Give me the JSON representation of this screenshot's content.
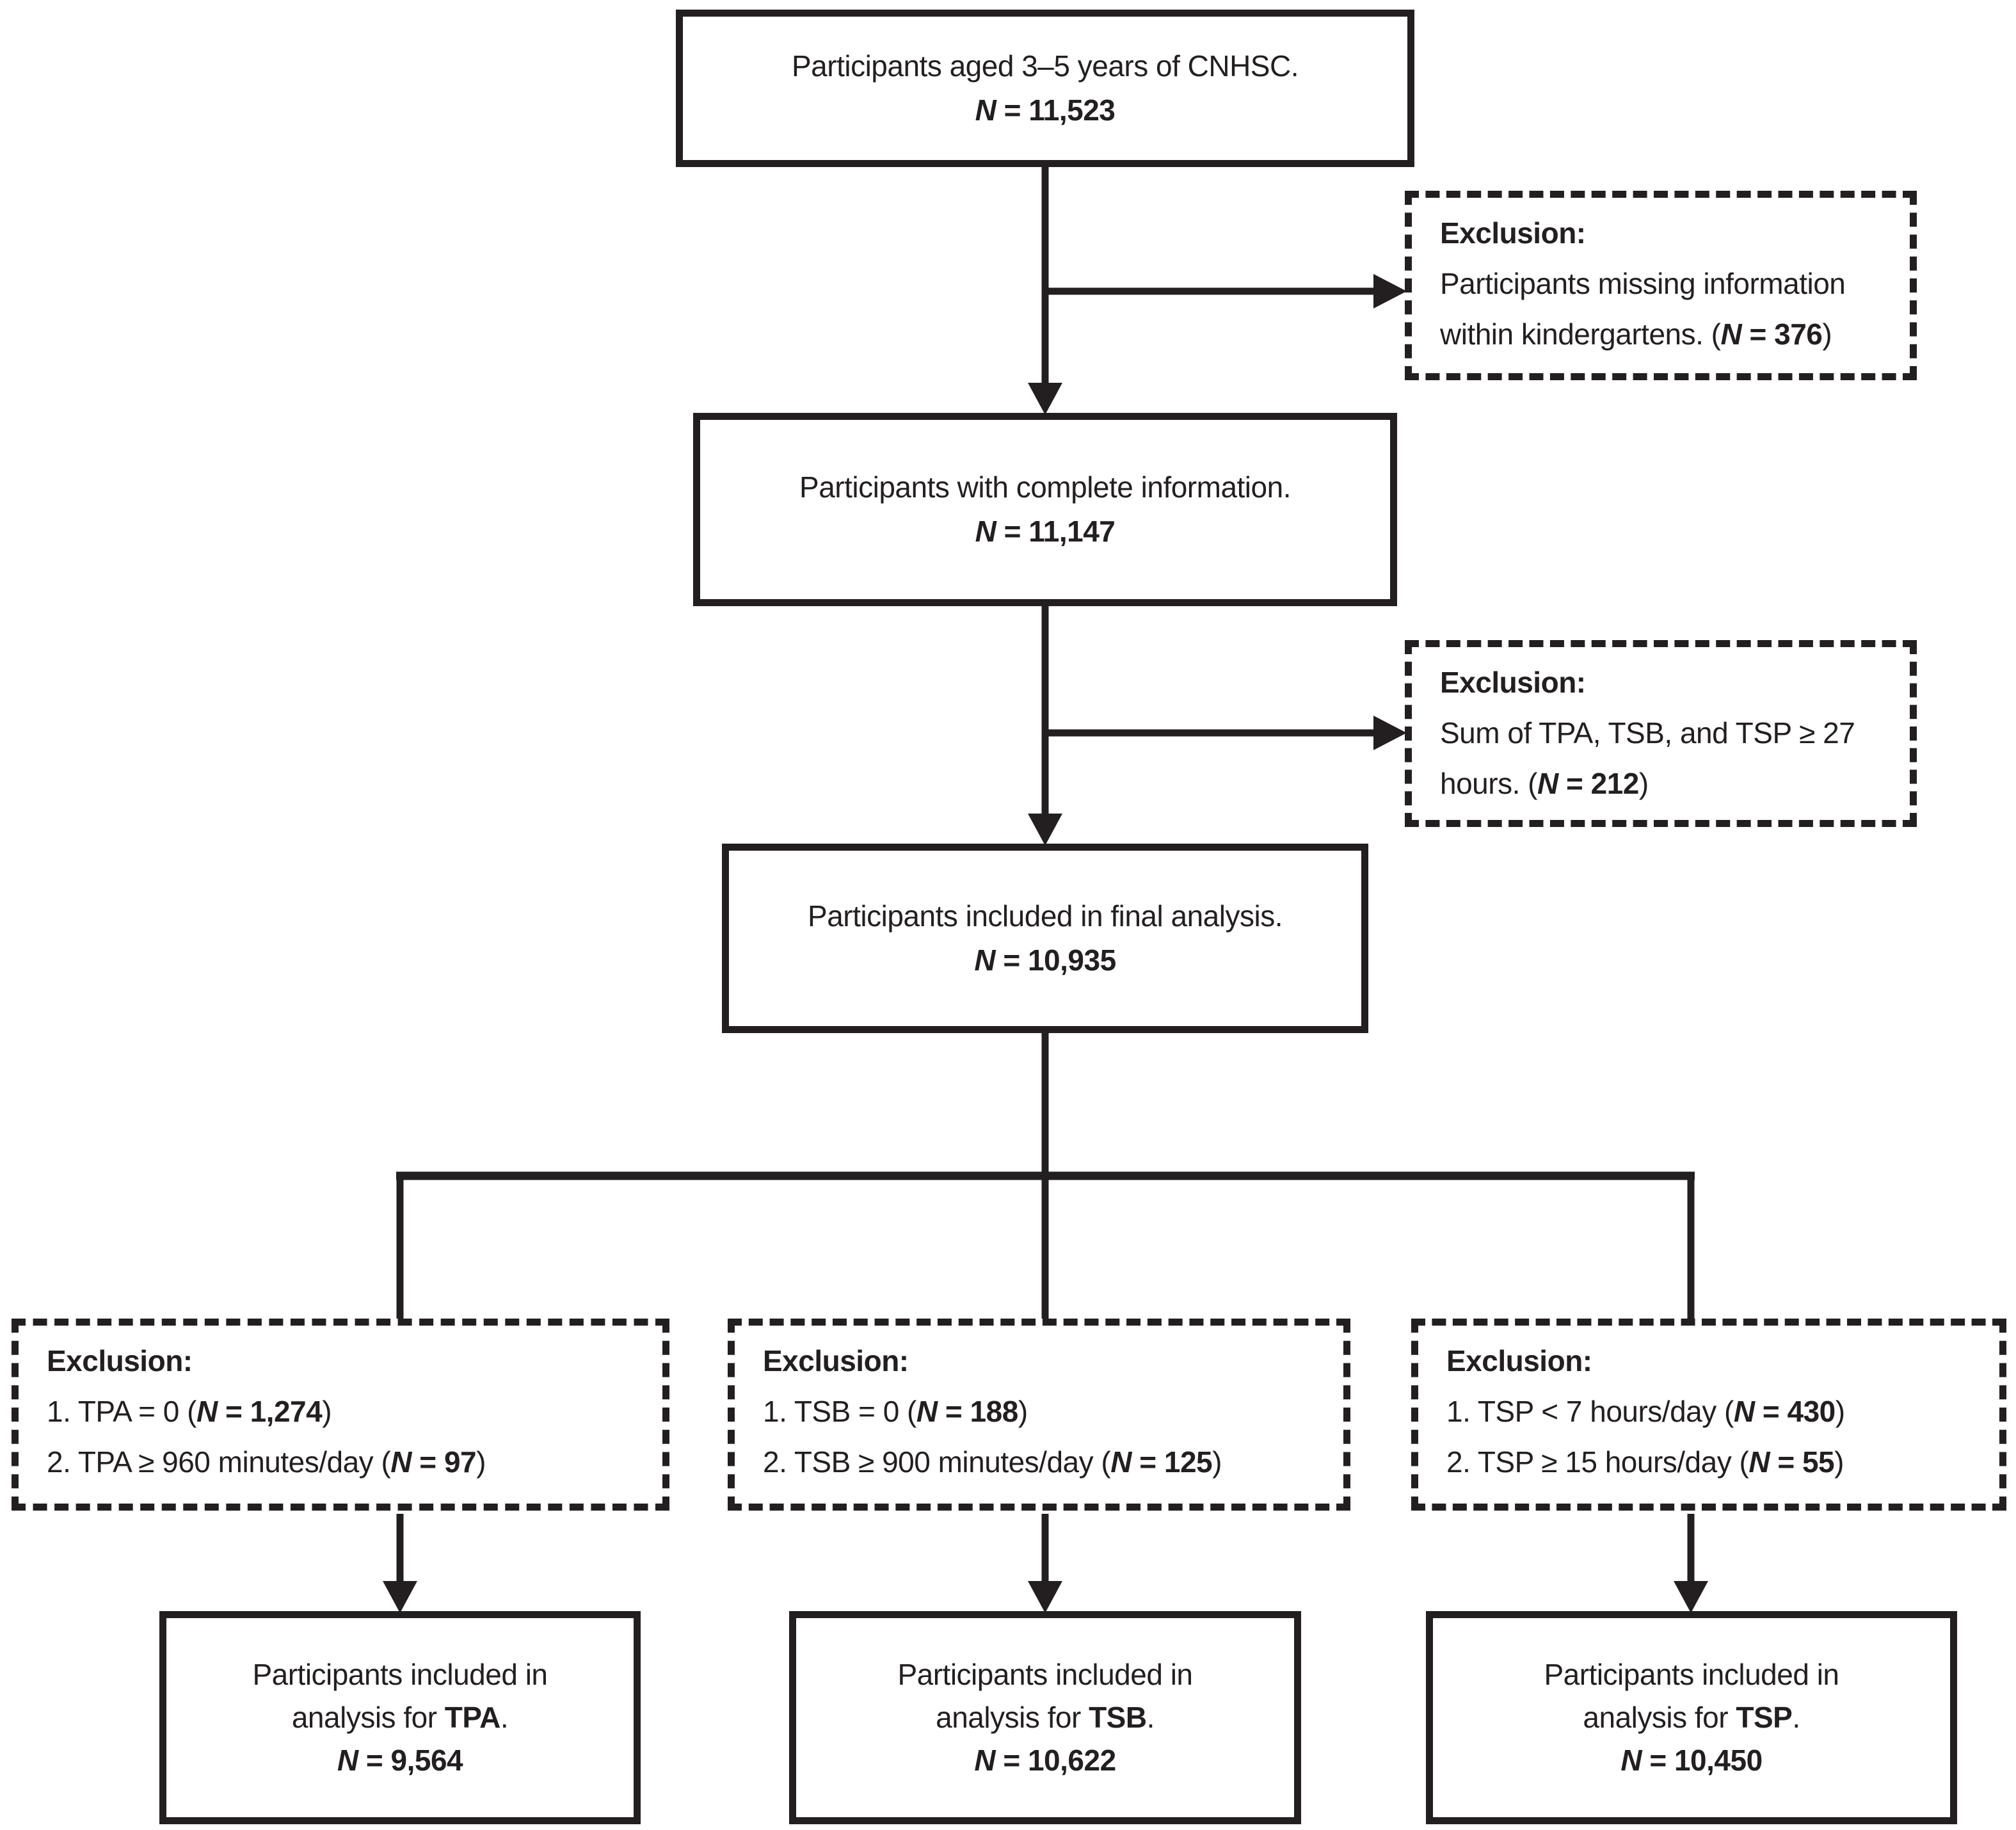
{
  "boxes": {
    "cohort": {
      "text": "Participants aged 3–5 years of CNHSC.",
      "n_label": "N",
      "n_value": " = 11,523"
    },
    "complete": {
      "text": "Participants with complete information.",
      "n_label": "N",
      "n_value": " = 11,147"
    },
    "final": {
      "text": "Participants included in final analysis.",
      "n_label": "N",
      "n_value": " = 10,935"
    },
    "tpa": {
      "line1": "Participants included in",
      "line2_pre": "analysis for ",
      "metric": "TPA",
      "line2_post": ".",
      "n_label": "N",
      "n_value": " = 9,564"
    },
    "tsb": {
      "line1": "Participants included in",
      "line2_pre": "analysis for ",
      "metric": "TSB",
      "line2_post": ".",
      "n_label": "N",
      "n_value": " = 10,622"
    },
    "tsp": {
      "line1": "Participants included in",
      "line2_pre": "analysis for ",
      "metric": "TSP",
      "line2_post": ".",
      "n_label": "N",
      "n_value": " = 10,450"
    }
  },
  "exclusions": {
    "kindergarten": {
      "title": "Exclusion:",
      "line1": "Participants missing information",
      "line2_pre": "within kindergartens. (",
      "n_label": "N",
      "n_value": " = 376",
      "close": ")"
    },
    "sum_hours": {
      "title": "Exclusion:",
      "line1": "Sum of TPA, TSB, and TSP ≥ 27",
      "line2_pre": "hours. (",
      "n_label": "N",
      "n_value": " = 212",
      "close": ")"
    },
    "tpa": {
      "title": "Exclusion:",
      "item1_pre": "1. TPA = 0 (",
      "item1_n": "N",
      "item1_value": " = 1,274",
      "item1_close": ")",
      "item2_pre": "2. TPA ≥ 960 minutes/day (",
      "item2_n": "N",
      "item2_value": " = 97",
      "item2_close": ")"
    },
    "tsb": {
      "title": "Exclusion:",
      "item1_pre": "1. TSB = 0 (",
      "item1_n": "N",
      "item1_value": " = 188",
      "item1_close": ")",
      "item2_pre": "2. TSB ≥ 900 minutes/day (",
      "item2_n": "N",
      "item2_value": " = 125",
      "item2_close": ")"
    },
    "tsp": {
      "title": "Exclusion:",
      "item1_pre": "1. TSP < 7 hours/day (",
      "item1_n": "N",
      "item1_value": " = 430",
      "item1_close": ")",
      "item2_pre": "2. TSP ≥ 15 hours/day (",
      "item2_n": "N",
      "item2_value": " = 55",
      "item2_close": ")"
    }
  },
  "colors": {
    "line": "#231f20",
    "text": "#231f20",
    "background": "#ffffff"
  }
}
